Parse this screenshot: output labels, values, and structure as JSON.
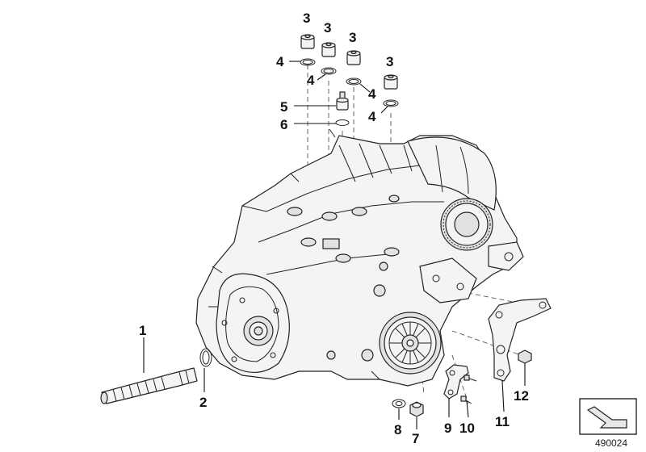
{
  "diagram": {
    "part_numbers": {
      "p1": "1",
      "p2": "2",
      "p3a": "3",
      "p3b": "3",
      "p3c": "3",
      "p3d": "3",
      "p4a": "4",
      "p4b": "4",
      "p4c": "4",
      "p4d": "4",
      "p5": "5",
      "p6": "6",
      "p7": "7",
      "p8": "8",
      "p9": "9",
      "p10": "10",
      "p11": "11",
      "p12": "12"
    },
    "diagram_id": "490024",
    "icons": {
      "corner_badge": "folded-corner-arrow-icon"
    }
  }
}
